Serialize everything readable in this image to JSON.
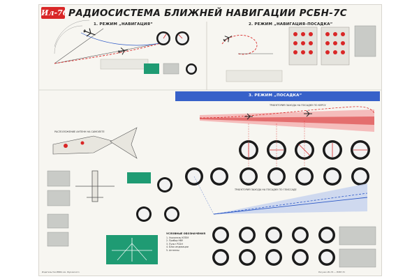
{
  "poster": {
    "logo_text": "Ил-76",
    "title": "РАДИОСИСТЕМА БЛИЖНЕЙ НАВИГАЦИИ РСБН-7С"
  },
  "sections": [
    {
      "label": "1. РЕЖИМ „НАВИГАЦИЯ“"
    },
    {
      "label": "2. РЕЖИМ „НАВИГАЦИЯ–ПОСАДКА“"
    },
    {
      "label": "3. РЕЖИМ „ПОСАДКА“"
    }
  ],
  "captions": {
    "course_zone": "ТРАЕКТОРИЯ ЗАХОДА НА ПОСАДКУ ПО КУРСУ",
    "glide_zone": "ТРАЕКТОРИЯ ЗАХОДА НА ПОСАДКУ ПО ГЛИССАДЕ",
    "antenna_zone": "РАСПОЛОЖЕНИЕ АНТЕНН НА САМОЛЕТЕ"
  },
  "legend": {
    "heading": "УСЛОВНЫЕ ОБОЗНАЧЕНИЯ",
    "items": [
      "1. Указатель КППМ",
      "2. Прибор НВУ",
      "3. Пульт РСБН",
      "4. Блок индикации",
      "5. Антенны"
    ]
  },
  "colors": {
    "accent_red": "#d92727",
    "accent_blue": "#2c58c6",
    "panel_green": "#1f9b73",
    "panel_gray": "#c9cbc7",
    "band_gray": "#cfd3d6",
    "instrument_dark": "#1b1b1b"
  },
  "icons": {
    "aircraft": "aircraft-icon",
    "instrument": "instrument-dial-icon",
    "control_panel": "control-panel-icon"
  },
  "footer": {
    "left": "Издательство ВВИА им. Жуковского",
    "right": "Рисунок Ил-76 — РСБН-7С"
  }
}
